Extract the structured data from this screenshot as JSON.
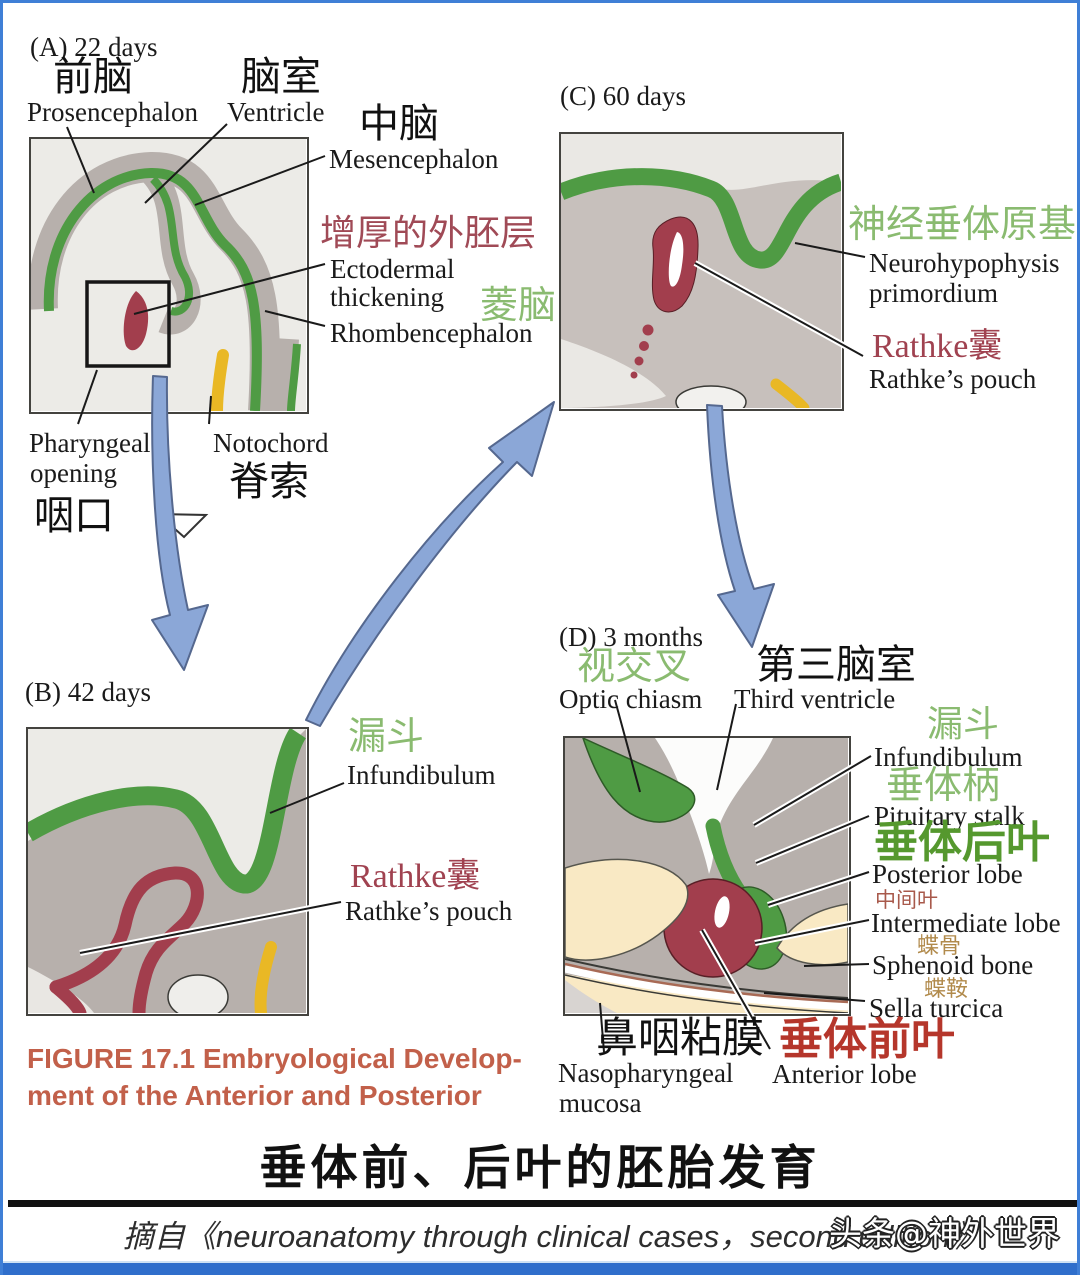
{
  "colors": {
    "frame_blue": "#3f7fd6",
    "bottom_bar_blue": "#2f6ecb",
    "artwork_green": "#4f9b44",
    "artwork_red": "#a23e4d",
    "artwork_yellow": "#e9b825",
    "artwork_gray": "#b7b0ac",
    "artwork_cream": "#f9e9c4",
    "label_green": "#8abb70",
    "label_green_bold": "#55982e",
    "label_red": "#a04a56",
    "label_red_bold": "#b5362b",
    "label_tan": "#b18a4b",
    "caption_orange": "#c2604a",
    "arrow_blue": "#8ba7d7"
  },
  "panel_a": {
    "title": "(A)  22 days",
    "forebrain_cn": "前脑",
    "forebrain_en": "Prosencephalon",
    "ventricle_cn": "脑室",
    "ventricle_en": "Ventricle",
    "midbrain_cn": "中脑",
    "midbrain_en": "Mesencephalon",
    "ectoderm_cn": "增厚的外胚层",
    "ectoderm_en1": "Ectodermal",
    "ectoderm_en2": "thickening",
    "hindbrain_cn": "菱脑",
    "hindbrain_en": "Rhombencephalon",
    "pharyngeal_en1": "Pharyngeal",
    "pharyngeal_en2": "opening",
    "pharyngeal_cn": "咽口",
    "notochord_en": "Notochord",
    "notochord_cn": "脊索"
  },
  "panel_b": {
    "title": "(B)  42 days",
    "infundibulum_cn": "漏斗",
    "infundibulum_en": "Infundibulum",
    "rathke_cn": "Rathke囊",
    "rathke_en": "Rathke’s pouch"
  },
  "panel_c": {
    "title": "(C)  60 days",
    "neurohypophysis_cn": "神经垂体原基",
    "neurohypophysis_en1": "Neurohypophysis",
    "neurohypophysis_en2": "primordium",
    "rathke_cn": "Rathke囊",
    "rathke_en": "Rathke’s pouch"
  },
  "panel_d": {
    "title": "(D)  3 months",
    "optic_cn": "视交叉",
    "optic_en": "Optic chiasm",
    "third_cn": "第三脑室",
    "third_en": "Third ventricle",
    "infundibulum_cn": "漏斗",
    "infundibulum_en": "Infundibulum",
    "stalk_cn": "垂体柄",
    "stalk_en": "Pituitary stalk",
    "posterior_cn": "垂体后叶",
    "posterior_en": "Posterior lobe",
    "intermediate_cn": "中间叶",
    "intermediate_en": "Intermediate lobe",
    "sphenoid_cn": "蝶骨",
    "sphenoid_en": "Sphenoid bone",
    "sella_cn": "蝶鞍",
    "sella_en": "Sella turcica",
    "mucosa_cn": "鼻咽粘膜",
    "mucosa_en1": "Nasopharyngeal",
    "mucosa_en2": "mucosa",
    "anterior_cn": "垂体前叶",
    "anterior_en": "Anterior lobe"
  },
  "caption": {
    "line1": "FIGURE 17.1  Embryological Develop-",
    "line2": "ment of the Anterior and Posterior"
  },
  "title": "垂体前、后叶的胚胎发育",
  "attribution": "摘自《neuroanatomy through clinical cases，second edition》",
  "watermark": "头条@神外世界"
}
